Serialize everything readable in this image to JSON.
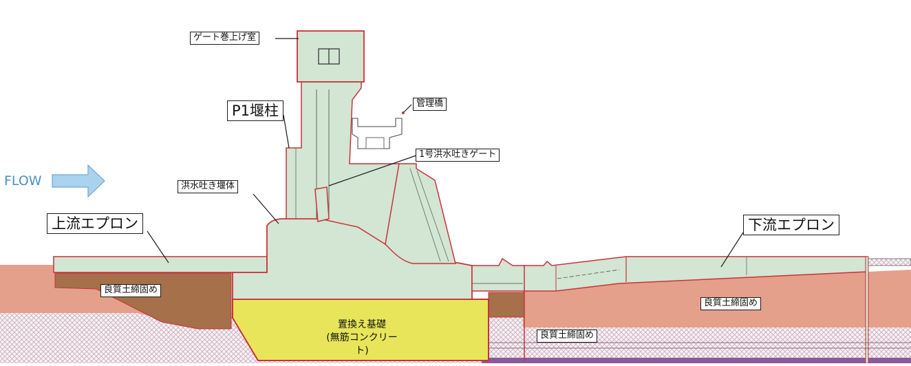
{
  "flow": "FLOW",
  "labels": {
    "gate_room": "ゲート巻上げ室",
    "pier": "P1堰柱",
    "bridge": "管理橋",
    "gate": "1号洪水吐きゲート",
    "spillway_body": "洪水吐き堰体",
    "upstream_apron": "上流エプロン",
    "downstream_apron": "下流エプロン",
    "soil_left": "良質土締固め",
    "soil_right": "良質土締固め",
    "soil_bottom": "良質土締固め",
    "foundation_line1": "置換え基礎",
    "foundation_line2": "(無筋コンクリート)"
  },
  "colors": {
    "concrete": "#d3e5d3",
    "outline": "#c8323a",
    "soil_compacted": "#e4a08a",
    "soil_dark": "#a5704a",
    "replacement_foundation": "#e8e55a",
    "bedrock_hatch": "#c9a8b8",
    "bottom_layer": "#8a5a9a",
    "flow_arrow": "#a9d2ef"
  }
}
